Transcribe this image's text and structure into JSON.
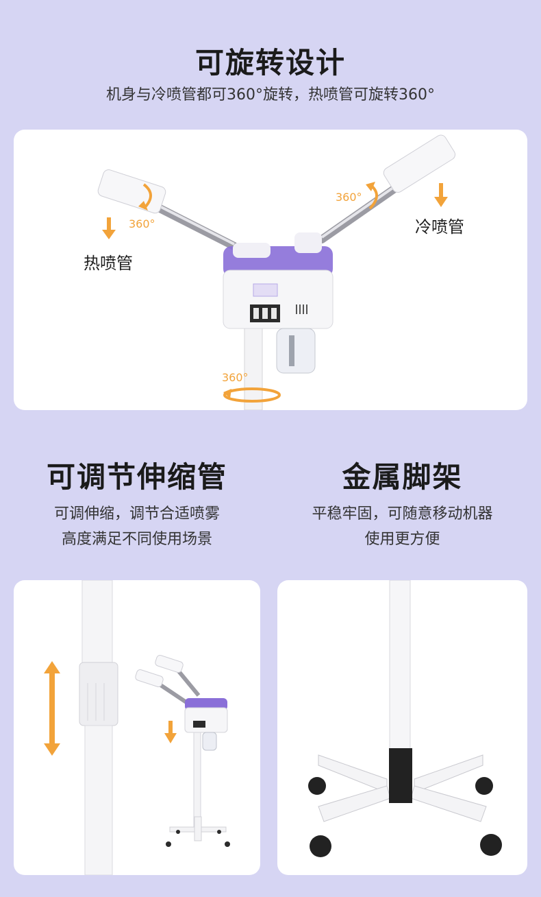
{
  "section1": {
    "title": "可旋转设计",
    "subtitle": "机身与冷喷管都可360°旋转，热喷管可旋转360°",
    "labels": {
      "hot_tube": "热喷管",
      "cold_tube": "冷喷管",
      "deg_left": "360°",
      "deg_right": "360°",
      "deg_bottom": "360°"
    }
  },
  "section2": {
    "title": "可调节伸缩管",
    "subtitle_line1": "可调伸缩，调节合适喷雾",
    "subtitle_line2": "高度满足不同使用场景"
  },
  "section3": {
    "title": "金属脚架",
    "subtitle_line1": "平稳牢固，可随意移动机器",
    "subtitle_line2": "使用更方便"
  },
  "colors": {
    "background": "#d6d5f3",
    "accent_arrow": "#f2a33a",
    "purple_tank": "#8a6fd8"
  }
}
